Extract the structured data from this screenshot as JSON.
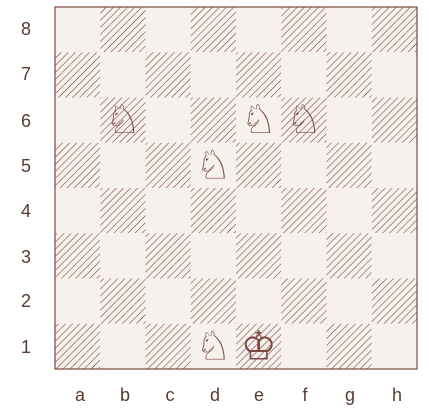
{
  "board": {
    "files": [
      "a",
      "b",
      "c",
      "d",
      "e",
      "f",
      "g",
      "h"
    ],
    "ranks": [
      "8",
      "7",
      "6",
      "5",
      "4",
      "3",
      "2",
      "1"
    ],
    "colors": {
      "light_square": "#f7f1ee",
      "dark_square_base": "#f7f1ee",
      "hatch": "#7b4a40",
      "border": "#7b4a40",
      "label": "#5a3a30"
    },
    "pieces": [
      {
        "square": "b6",
        "type": "knight",
        "color": "white",
        "glyph": "♘",
        "icon": "white-knight-icon"
      },
      {
        "square": "e6",
        "type": "knight",
        "color": "white",
        "glyph": "♘",
        "icon": "white-knight-icon"
      },
      {
        "square": "f6",
        "type": "knight",
        "color": "white",
        "glyph": "♘",
        "icon": "white-knight-icon"
      },
      {
        "square": "d5",
        "type": "knight",
        "color": "white",
        "glyph": "♘",
        "icon": "white-knight-icon"
      },
      {
        "square": "d1",
        "type": "knight",
        "color": "white",
        "glyph": "♘",
        "icon": "white-knight-icon"
      },
      {
        "square": "e1",
        "type": "king",
        "color": "white",
        "glyph": "♔",
        "icon": "white-king-icon"
      }
    ]
  }
}
